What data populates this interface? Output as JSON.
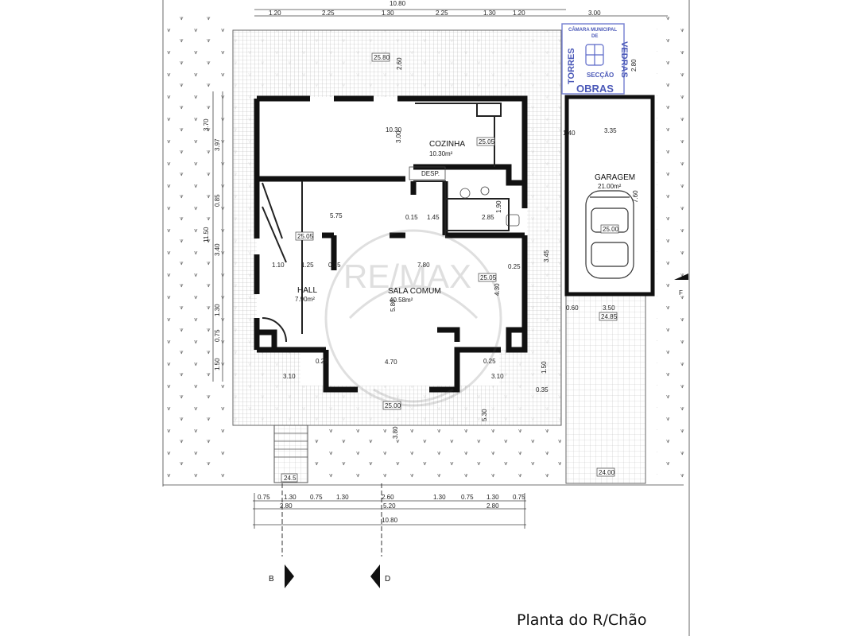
{
  "title": "Planta do R/Chão",
  "rooms": {
    "kitchen_name": "COZINHA",
    "kitchen_area": "10.30m²",
    "pantry": "DESP.",
    "garage_name": "GARAGEM",
    "garage_area": "21.00m²",
    "hall_name": "HALL",
    "hall_area": "7.90m²",
    "living_name": "SALA COMUM",
    "living_area": "40.58m²"
  },
  "section_markers": {
    "b": "B",
    "d": "D",
    "f": "F"
  },
  "top_dims": [
    "10.80",
    "1.20",
    "2.25",
    "1.30",
    "2.25",
    "1.30",
    "1.20",
    "3.00"
  ],
  "bottom_dims_row1": [
    "0.75",
    "1.30",
    "0.75",
    "1.30",
    "2.60",
    "1.30",
    "0.75",
    "1.30",
    "0.75"
  ],
  "bottom_dims_row2": [
    "2.80",
    "5.20",
    "2.80"
  ],
  "bottom_total": "10.80",
  "left_dims": [
    "3.70",
    "3.97",
    "0.85",
    "11.50",
    "3.40",
    "1.30",
    "0.75",
    "1.50"
  ],
  "levels": {
    "top": "25.80",
    "kitchen": "25.05",
    "hall": "25.05",
    "living": "25.05",
    "garage": "25.00",
    "terrace": "25.00",
    "ramp": "24.85",
    "driveway": "24.00",
    "stairs": "24.5"
  },
  "inner_dims": {
    "kitchen_w": "10.30",
    "hall_w": "5.75",
    "living_d": "7.80",
    "living_h": "5.80",
    "front_w": "4.70",
    "front_r": "3.10",
    "hall_left": "3.10",
    "garage_w": "3.35",
    "garage_d": "7.60",
    "ramp_w": "3.50",
    "garden": "3.80",
    "garden_r": "5.30",
    "bath_w": "1.45",
    "bath_r": "2.85",
    "bath_h": "1.90",
    "hall_l": "1.25",
    "w110": "1.10",
    "w015a": "0.15",
    "w025a": "0.25",
    "w025b": "0.25",
    "w025c": "0.25",
    "w015b": "0.15",
    "w045": "3.45",
    "w430": "4.30",
    "w260": "2.60",
    "w300": "3.00",
    "w060": "0.60",
    "w140": "1.40",
    "w280": "2.80",
    "w035": "0.35",
    "w150": "1.50"
  },
  "stamp": {
    "line1": "CÂMARA MUNICIPAL",
    "line2": "DE",
    "city_left": "TORRES",
    "city_right": "VEDRAS",
    "section": "SECÇÃO",
    "dept": "OBRAS"
  },
  "watermark": "RE/MAX"
}
